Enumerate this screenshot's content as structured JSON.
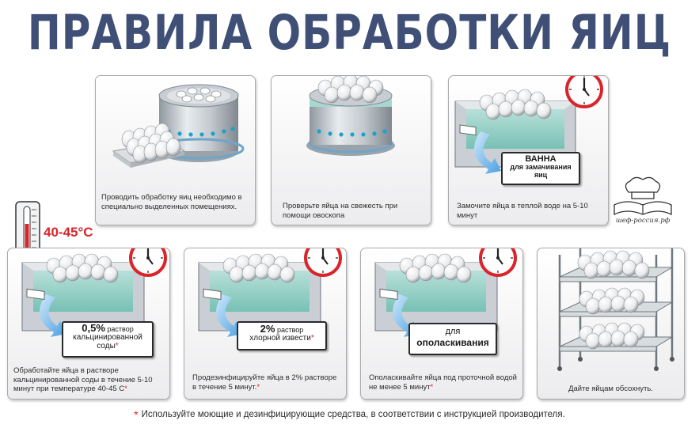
{
  "title": "ПРАВИЛА ОБРАБОТКИ ЯИЦ",
  "steps": [
    {
      "caption": "Проводить обработку яиц необходимо в специально выделенных помещениях."
    },
    {
      "caption": "Проверьте яйца на свежесть при помощи овоскопа"
    },
    {
      "caption": "Замочите яйца в теплой воде на 5-10 минут",
      "label_line1": "ВАННА",
      "label_line2": "для замачивания",
      "label_line3": "яиц"
    },
    {
      "caption": "Обработайте яйца в растворе кальцинированной соды в течение 5-10 минут при температуре 40-45 С",
      "label_big": "0,5%",
      "label_small": "раствор",
      "label_line2": "кальцинированной",
      "label_line3": "соды",
      "temperature": "40-45°С"
    },
    {
      "caption": "Продезинфицируйте яйца в 2% растворе в течение 5 минут.",
      "label_big": "2%",
      "label_small": "раствор",
      "label_line2": "хлорной извести"
    },
    {
      "caption": "Ополаскивайте яйца под проточной водой не менее 5 минут",
      "label_line1": "для",
      "label_line2": "ополаскивания"
    },
    {
      "caption": "Дайте яйцам обсохнуть."
    }
  ],
  "star": "*",
  "footnote": "Используйте моющие и дезинфицирующие средства, в соответствии с инструкцией производителя.",
  "logo_text": "шеф-россия.рф",
  "colors": {
    "title": "#3f4f76",
    "accent_red": "#d9252a",
    "water": "#8fcfc4",
    "steel": "#b9c1c8",
    "blue_arrow": "#6fb3e6"
  }
}
